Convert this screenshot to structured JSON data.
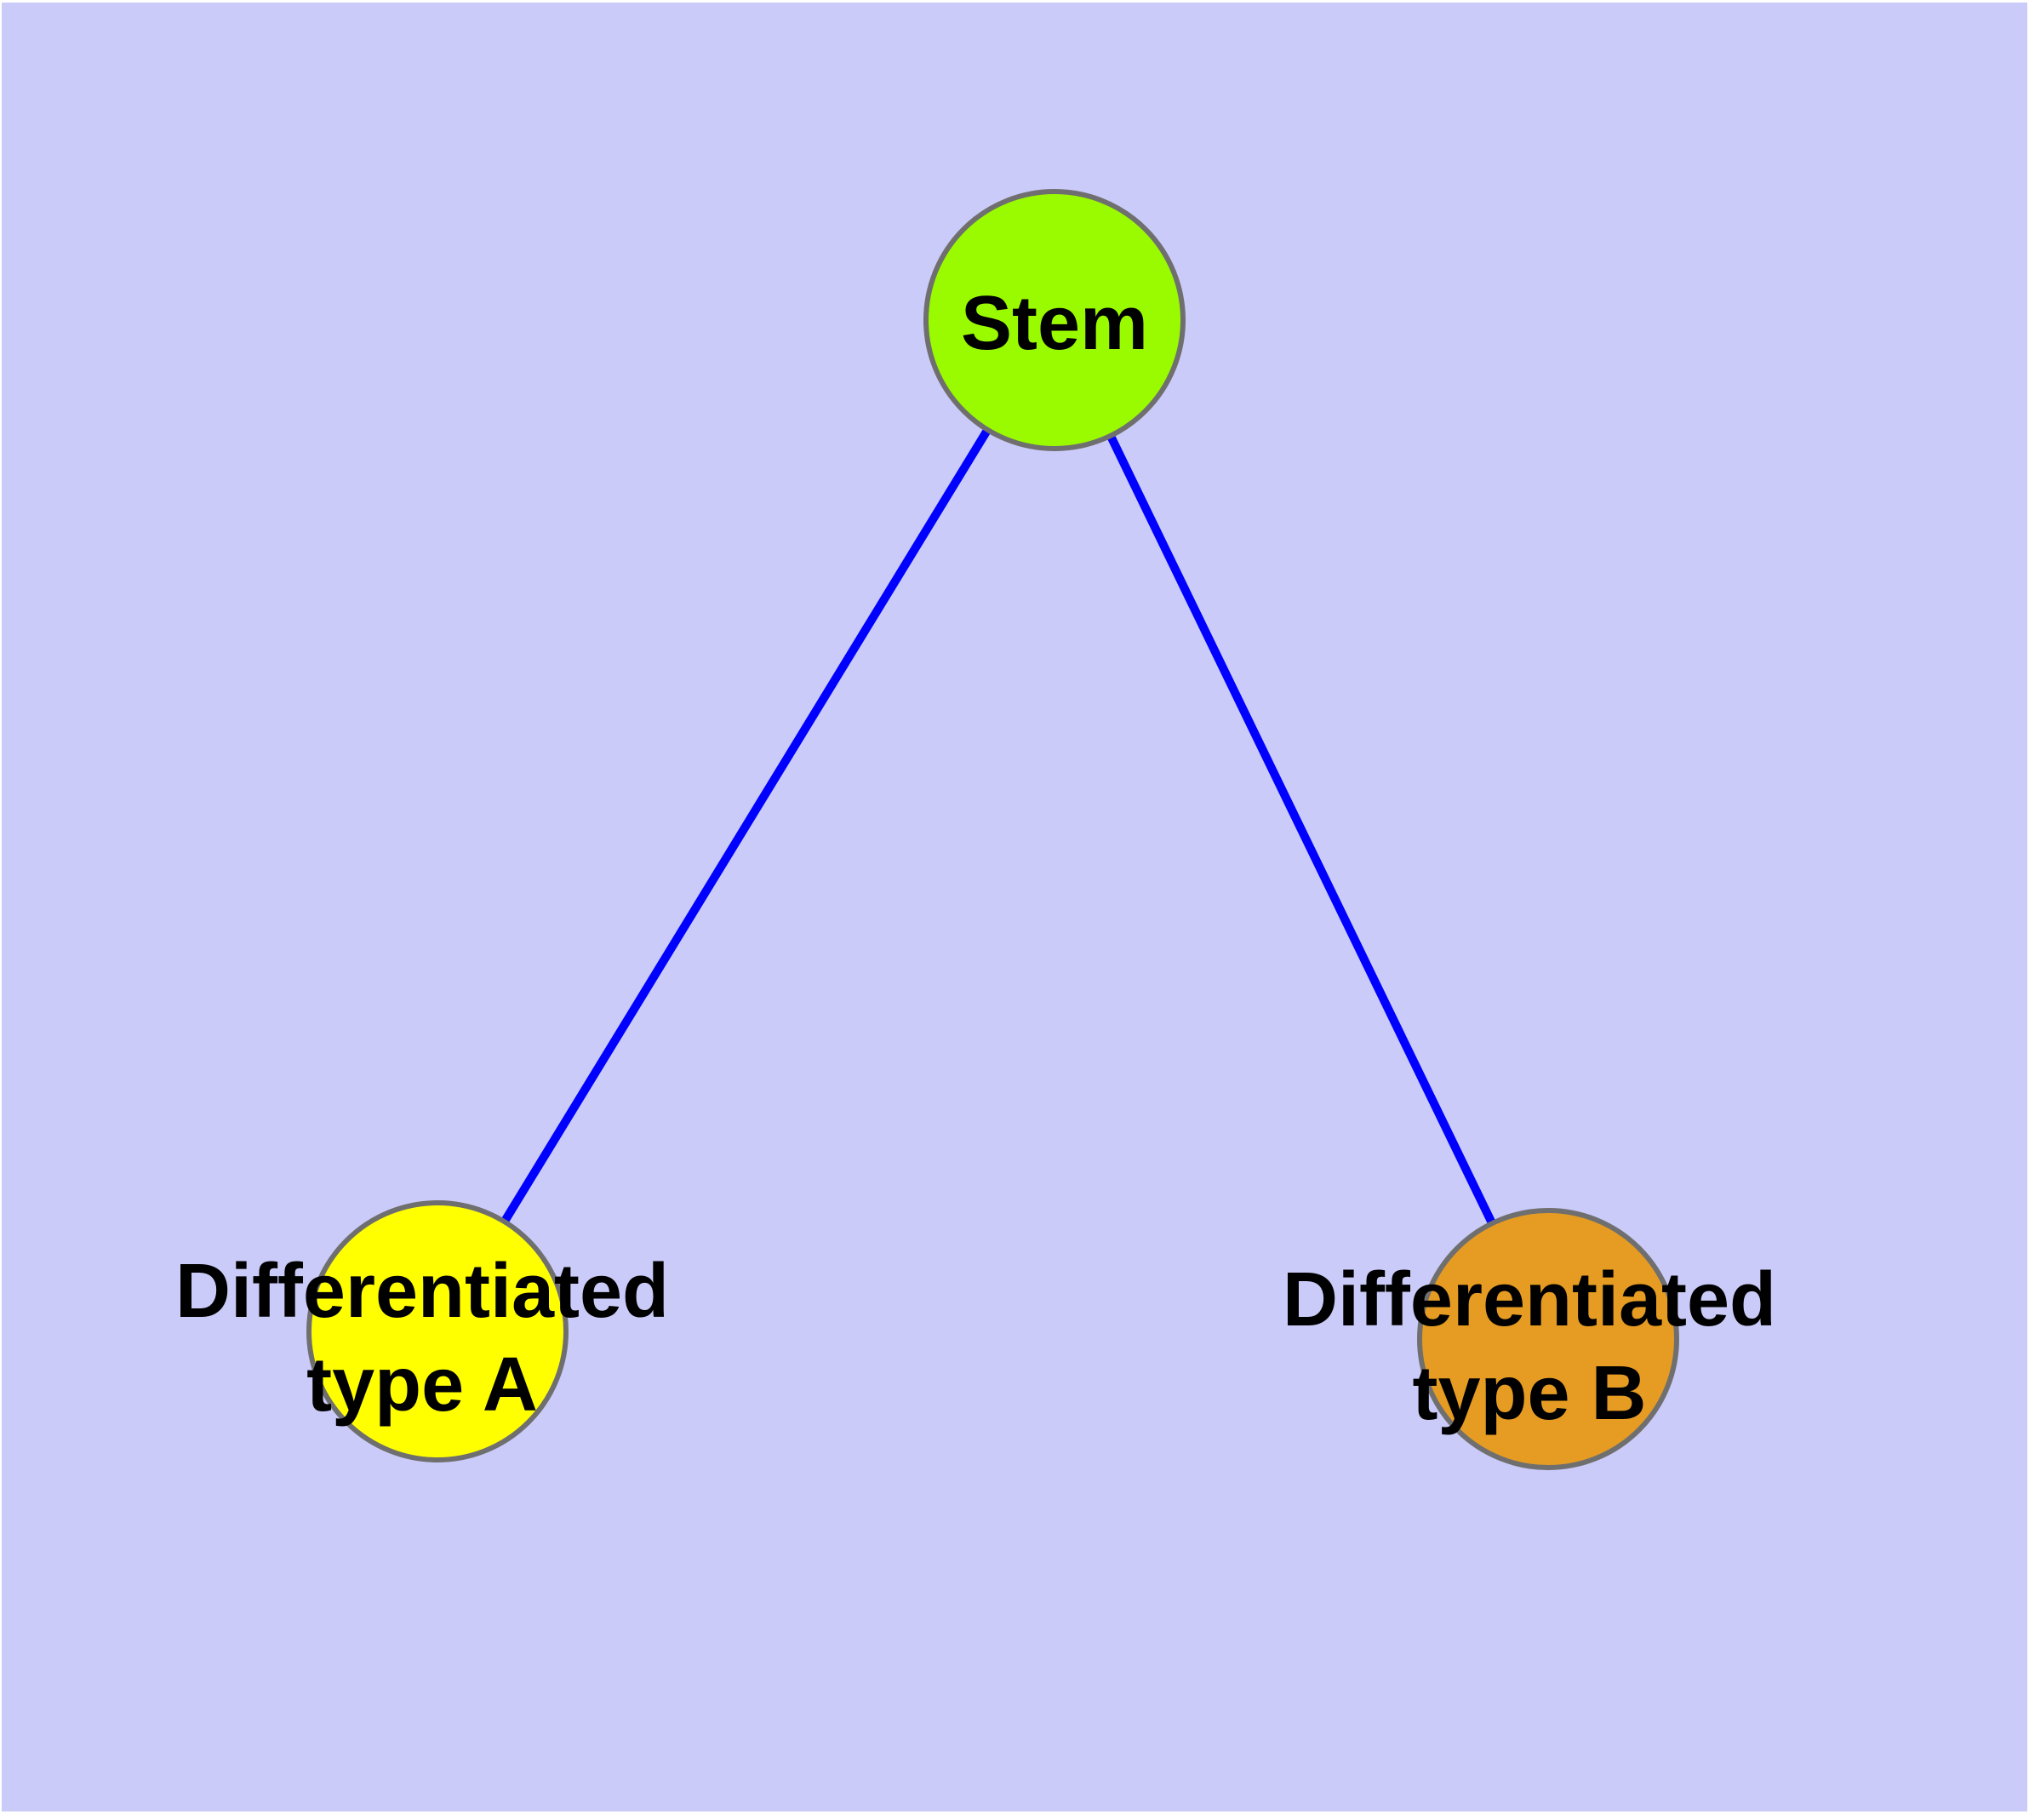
{
  "diagram": {
    "background_color": "#CACBF8",
    "edge_color": "#0000FF",
    "node_border_color": "#6F6F6F",
    "label_color": "#000000",
    "nodes": [
      {
        "id": "stem",
        "label": "Stem",
        "lines": [
          "Stem"
        ],
        "fill_color": "#9AFB00"
      },
      {
        "id": "differentiated-type-a",
        "label": "Differentiated type A",
        "lines": [
          "Differentiated",
          "type A"
        ],
        "fill_color": "#FFFF00"
      },
      {
        "id": "differentiated-type-b",
        "label": "Differentiated type B",
        "lines": [
          "Differentiated",
          "type B"
        ],
        "fill_color": "#E69C22"
      }
    ],
    "edges": [
      {
        "from": "Stem",
        "to": "Differentiated type A"
      },
      {
        "from": "Stem",
        "to": "Differentiated type B"
      }
    ]
  }
}
